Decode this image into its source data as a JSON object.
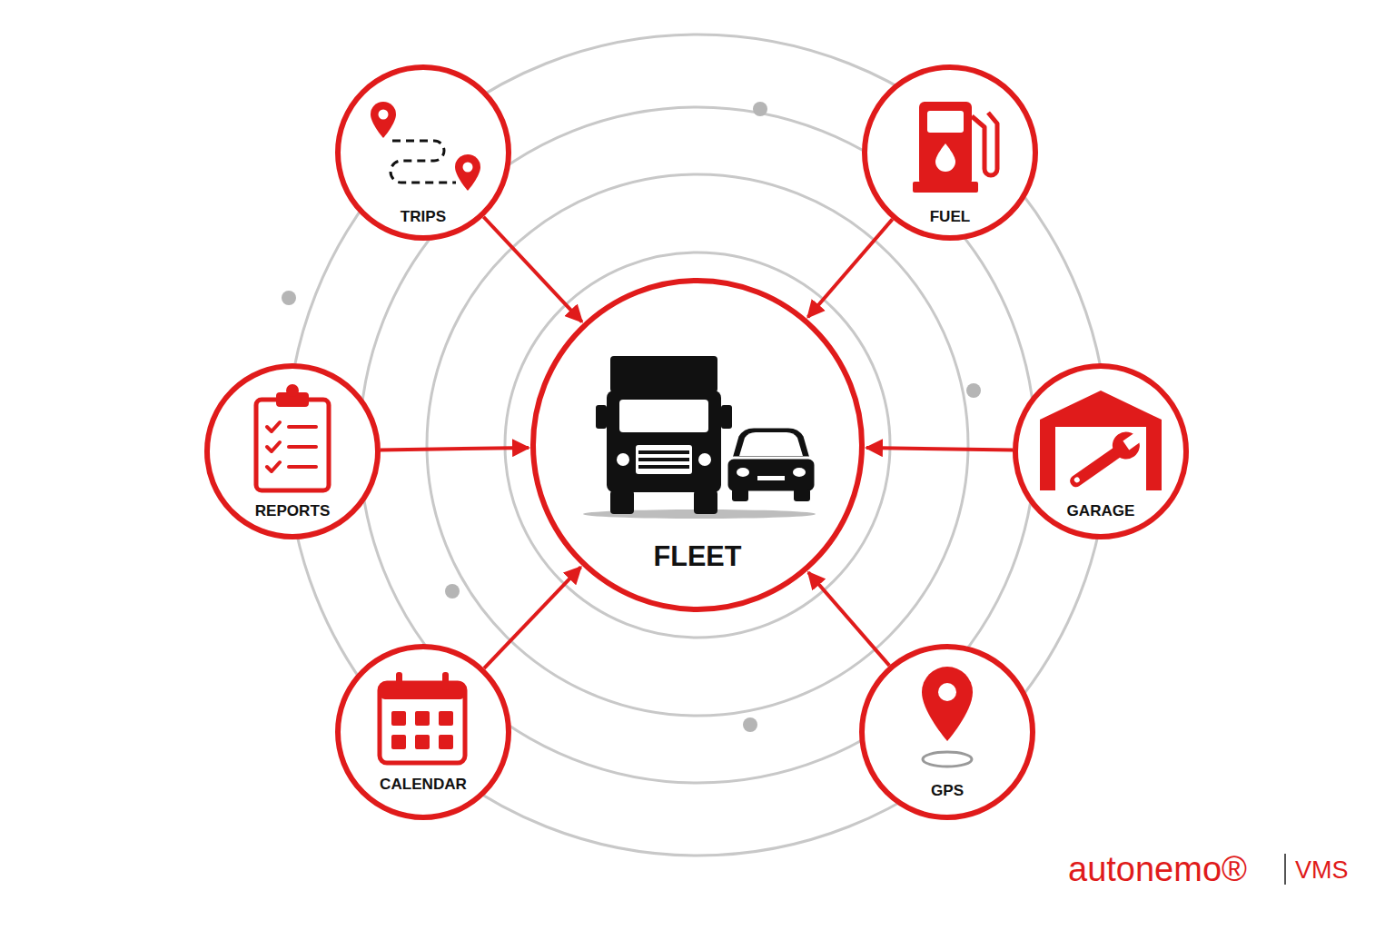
{
  "diagram": {
    "nodes": [
      {
        "text": [
          "TRIPS"
        ]
      },
      {
        "text": [
          "FUEL"
        ]
      },
      {
        "text": [
          "REPORTS"
        ]
      },
      {
        "text": [
          "FLEET"
        ]
      },
      {
        "text": [
          "GARAGE"
        ]
      },
      {
        "text": [
          "CALENDAR"
        ]
      },
      {
        "text": [
          "GPS"
        ]
      }
    ],
    "edges": [
      {
        "from": 0,
        "to": 3,
        "arrow": "to"
      },
      {
        "from": 1,
        "to": 3,
        "arrow": "to"
      },
      {
        "from": 2,
        "to": 3,
        "arrow": "to"
      },
      {
        "from": 4,
        "to": 3,
        "arrow": "to"
      },
      {
        "from": 5,
        "to": 3,
        "arrow": "to"
      },
      {
        "from": 6,
        "to": 3,
        "arrow": "to"
      }
    ],
    "labels": [
      "autonemo®",
      "VMS"
    ]
  }
}
